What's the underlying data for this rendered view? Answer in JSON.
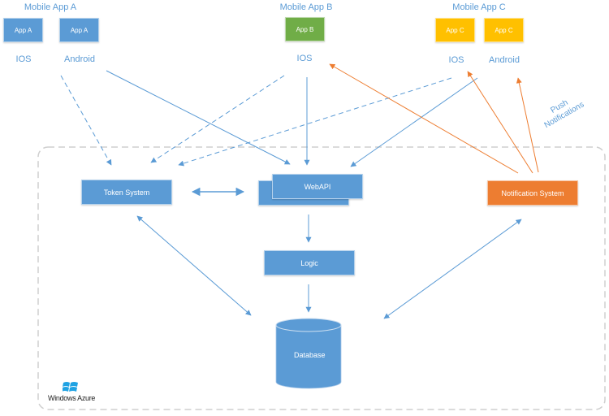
{
  "diagram": {
    "type": "architecture",
    "platform_name": "Windows Azure",
    "colors": {
      "blue": "#5b9bd5",
      "green": "#70ad47",
      "gold": "#ffc000",
      "orange": "#ed7d31",
      "container_border": "#cfcfcf"
    },
    "client_groups": [
      {
        "title": "Mobile App A",
        "apps": [
          {
            "label": "App A",
            "platform": "IOS",
            "color": "#5b9bd5"
          },
          {
            "label": "App A",
            "platform": "Android",
            "color": "#5b9bd5"
          }
        ]
      },
      {
        "title": "Mobile App B",
        "apps": [
          {
            "label": "App B",
            "platform": "IOS",
            "color": "#70ad47"
          }
        ]
      },
      {
        "title": "Mobile App C",
        "apps": [
          {
            "label": "App C",
            "platform": "IOS",
            "color": "#ffc000"
          },
          {
            "label": "App C",
            "platform": "Android",
            "color": "#ffc000"
          }
        ]
      }
    ],
    "services": {
      "token_system": "Token System",
      "webapi": "WebAPI",
      "logic": "Logic",
      "notification_system": "Notification System",
      "database": "Database"
    },
    "push_label_line1": "Push",
    "push_label_line2": "Notifications",
    "connections": [
      {
        "from": "Mobile App A / Android",
        "to": "Token System",
        "style": "dashed"
      },
      {
        "from": "Mobile App A / Android",
        "to": "WebAPI",
        "style": "solid"
      },
      {
        "from": "Mobile App B / IOS",
        "to": "Token System",
        "style": "dashed"
      },
      {
        "from": "Mobile App B / IOS",
        "to": "WebAPI",
        "style": "solid"
      },
      {
        "from": "Mobile App C / IOS",
        "to": "Token System",
        "style": "dashed"
      },
      {
        "from": "Mobile App C / Android",
        "to": "WebAPI",
        "style": "solid"
      },
      {
        "from": "Token System",
        "to": "WebAPI",
        "style": "bidirectional"
      },
      {
        "from": "WebAPI",
        "to": "Logic",
        "style": "solid"
      },
      {
        "from": "Logic",
        "to": "Database",
        "style": "solid"
      },
      {
        "from": "Token System",
        "to": "Database",
        "style": "bidirectional"
      },
      {
        "from": "Notification System",
        "to": "Database",
        "style": "bidirectional"
      },
      {
        "from": "Notification System",
        "to": "Mobile App B / IOS",
        "style": "push"
      },
      {
        "from": "Notification System",
        "to": "Mobile App C / IOS",
        "style": "push"
      },
      {
        "from": "Notification System",
        "to": "Mobile App C / Android",
        "style": "push"
      }
    ]
  }
}
